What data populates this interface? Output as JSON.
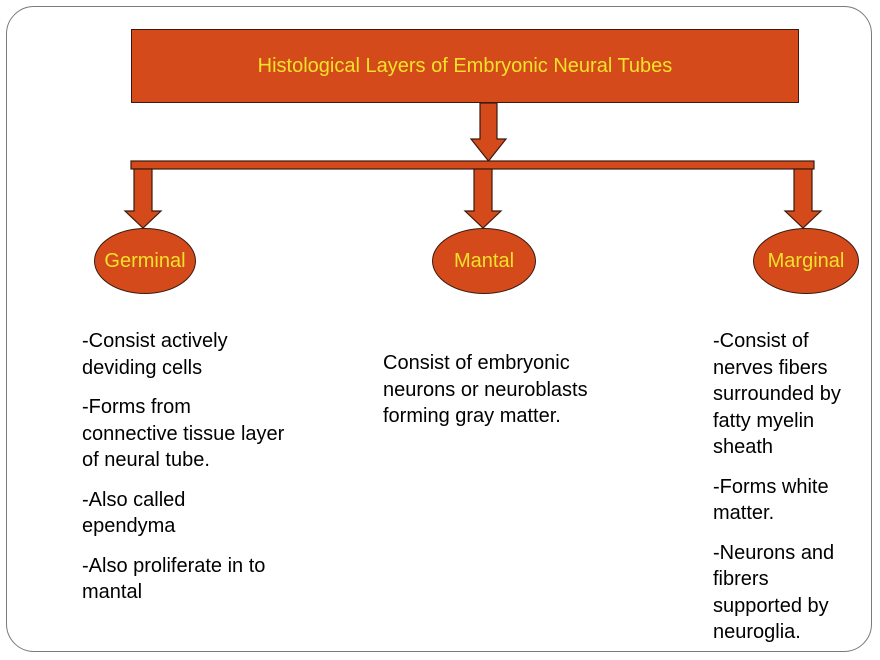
{
  "title": "Histological Layers of Embryonic Neural Tubes",
  "colors": {
    "box_fill": "#d44a1a",
    "box_border": "#3a1a10",
    "box_text": "#f2e22a",
    "body_text": "#000000"
  },
  "layers": [
    {
      "name": "Germinal",
      "description": [
        "-Consist actively deviding cells",
        "-Forms from connective tissue layer of neural tube.",
        "-Also called ependyma",
        "-Also proliferate in to mantal"
      ]
    },
    {
      "name": "Mantal",
      "description": [
        "Consist of embryonic neurons or neuroblasts forming gray matter."
      ]
    },
    {
      "name": "Marginal",
      "description": [
        "-Consist of nerves fibers surrounded by fatty myelin sheath",
        "-Forms white matter.",
        "-Neurons and fibrers supported by neuroglia."
      ]
    }
  ]
}
